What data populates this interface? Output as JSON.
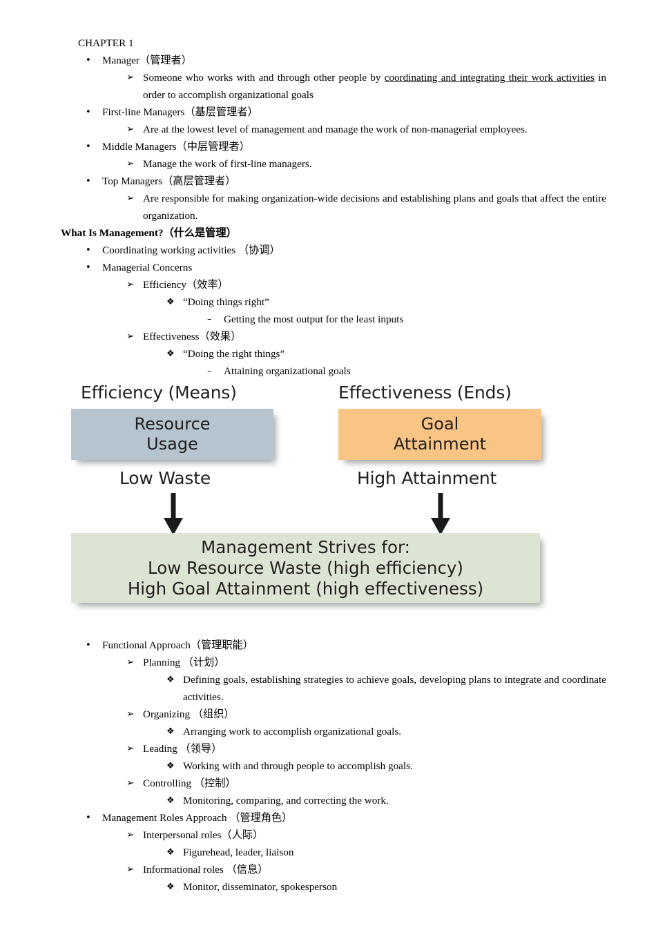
{
  "document": {
    "title": "CHAPTER 1",
    "outline": [
      {
        "level": 0,
        "bullet": "none",
        "text": "CHAPTER 1",
        "style": "plain"
      },
      {
        "level": 1,
        "bullet": "dot",
        "text": "Manager（管理者）",
        "style": "plain"
      },
      {
        "level": 2,
        "bullet": "arrow",
        "text": "Someone who works with and through other people by coordinating and integrating their work activities in order to accomplish organizational goals",
        "style": "justify",
        "underline_phrase": "coordinating and integrating their work activities"
      },
      {
        "level": 1,
        "bullet": "dot",
        "text": "First-line Managers（基层管理者）",
        "style": "plain"
      },
      {
        "level": 2,
        "bullet": "arrow",
        "text": "Are at the lowest level of management and manage the work of non-managerial employees.",
        "style": "plain"
      },
      {
        "level": 1,
        "bullet": "dot",
        "text": "Middle Managers（中层管理者）",
        "style": "plain"
      },
      {
        "level": 2,
        "bullet": "arrow",
        "text": "Manage the work of first-line managers.",
        "style": "plain"
      },
      {
        "level": 1,
        "bullet": "dot",
        "text": "Top Managers（高层管理者）",
        "style": "plain"
      },
      {
        "level": 2,
        "bullet": "arrow",
        "text": "Are responsible for making organization-wide decisions and establishing plans and goals that affect the entire organization.",
        "style": "justify"
      },
      {
        "level": 0,
        "bullet": "none",
        "text": "What Is Management?（什么是管理）",
        "style": "bold"
      },
      {
        "level": 1,
        "bullet": "dot",
        "text": "Coordinating working activities （协调）",
        "style": "plain"
      },
      {
        "level": 1,
        "bullet": "dot",
        "text": "Managerial Concerns",
        "style": "plain"
      },
      {
        "level": 2,
        "bullet": "arrow",
        "text": "Efficiency（效率）",
        "style": "plain"
      },
      {
        "level": 3,
        "bullet": "diamond",
        "text": "“Doing things right”",
        "style": "plain"
      },
      {
        "level": 4,
        "bullet": "dash",
        "text": "Getting the most output for the least inputs",
        "style": "plain"
      },
      {
        "level": 2,
        "bullet": "arrow",
        "text": "Effectiveness（效果）",
        "style": "plain"
      },
      {
        "level": 3,
        "bullet": "diamond",
        "text": "“Doing the right things”",
        "style": "plain"
      },
      {
        "level": 4,
        "bullet": "dash",
        "text": "Attaining organizational goals",
        "style": "plain"
      }
    ],
    "outline_lower": [
      {
        "level": 1,
        "bullet": "dot",
        "text": "Functional Approach（管理职能）",
        "style": "plain"
      },
      {
        "level": 2,
        "bullet": "arrow",
        "text": "Planning             （计划）",
        "style": "plain"
      },
      {
        "level": 3,
        "bullet": "diamond",
        "text": "Defining goals, establishing strategies to achieve goals, developing plans to integrate and coordinate activities.",
        "style": "justify"
      },
      {
        "level": 2,
        "bullet": "arrow",
        "text": "Organizing   （组织）",
        "style": "plain"
      },
      {
        "level": 3,
        "bullet": "diamond",
        "text": "Arranging work to accomplish organizational goals.",
        "style": "plain"
      },
      {
        "level": 2,
        "bullet": "arrow",
        "text": "Leading            （领导）",
        "style": "plain"
      },
      {
        "level": 3,
        "bullet": "diamond",
        "text": "Working with and through people to accomplish goals.",
        "style": "plain"
      },
      {
        "level": 2,
        "bullet": "arrow",
        "text": "Controlling   （控制）",
        "style": "plain"
      },
      {
        "level": 3,
        "bullet": "diamond",
        "text": "Monitoring, comparing, and correcting the work.",
        "style": "plain"
      },
      {
        "level": 1,
        "bullet": "dot",
        "text": "Management Roles Approach  （管理角色）",
        "style": "plain"
      },
      {
        "level": 2,
        "bullet": "arrow",
        "text": "Interpersonal roles（人际）",
        "style": "plain"
      },
      {
        "level": 3,
        "bullet": "diamond",
        "text": "Figurehead, leader, liaison",
        "style": "plain"
      },
      {
        "level": 2,
        "bullet": "arrow",
        "text": "Informational roles （信息）",
        "style": "plain"
      },
      {
        "level": 3,
        "bullet": "diamond",
        "text": "Monitor, disseminator, spokesperson",
        "style": "plain"
      }
    ]
  },
  "bullets": {
    "dot": "•",
    "arrow": "➢",
    "diamond": "❖",
    "dash": "–",
    "none": ""
  },
  "diagram": {
    "left_heading": "Efficiency (Means)",
    "right_heading": "Effectiveness (Ends)",
    "left_box_line1": "Resource",
    "left_box_line2": "Usage",
    "right_box_line1": "Goal",
    "right_box_line2": "Attainment",
    "left_caption": "Low Waste",
    "right_caption": "High Attainment",
    "result_line1": "Management Strives for:",
    "result_line2": "Low Resource Waste (high efficiency)",
    "result_line3": "High Goal Attainment (high effectiveness)",
    "colors": {
      "left_box": "#b5c4cf",
      "right_box": "#f8c585",
      "result_box": "#dce5d4",
      "arrow": "#1a1a1a",
      "text": "#231f20"
    }
  }
}
